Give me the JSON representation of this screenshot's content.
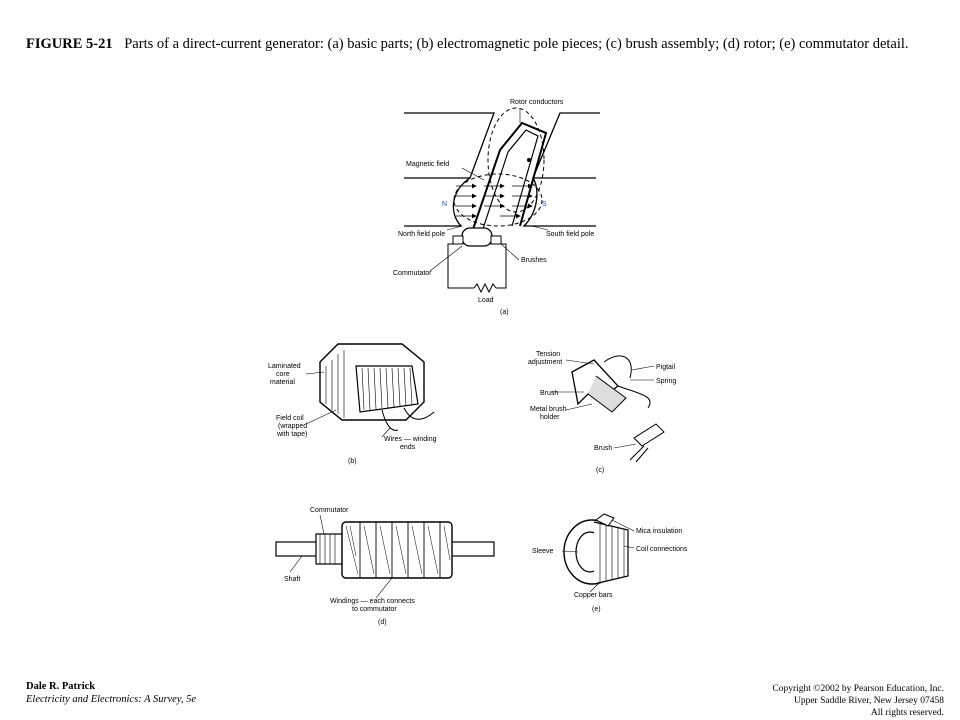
{
  "caption": {
    "label": "FIGURE 5-21",
    "text": "Parts of a direct-current generator: (a) basic parts; (b) electromagnetic pole pieces; (c) brush assembly; (d) rotor; (e) commutator detail."
  },
  "panel_a": {
    "rotor_conductors": "Rotor conductors",
    "magnetic_field": "Magnetic field",
    "n": "N",
    "s": "S",
    "north_field_pole": "North field pole",
    "south_field_pole": "South field pole",
    "commutator": "Commutator",
    "brushes": "Brushes",
    "load": "Load",
    "tag": "(a)"
  },
  "panel_b": {
    "laminated_1": "Laminated",
    "laminated_2": "core",
    "laminated_3": "material",
    "field_coil_1": "Field coil",
    "field_coil_2": "(wrapped",
    "field_coil_3": "with tape)",
    "wires_1": "Wires — winding",
    "wires_2": "ends",
    "tag": "(b)"
  },
  "panel_c": {
    "tension_1": "Tension",
    "tension_2": "adjustment",
    "pigtail": "Pigtail",
    "spring": "Spring",
    "brush": "Brush",
    "holder_1": "Metal brush",
    "holder_2": "holder",
    "brush_bottom": "Brush",
    "tag": "(c)"
  },
  "panel_d": {
    "commutator": "Commutator",
    "shaft": "Shaft",
    "windings_1": "Windings — each connects",
    "windings_2": "to commutator",
    "tag": "(d)"
  },
  "panel_e": {
    "mica": "Mica insulation",
    "sleeve": "Sleeve",
    "coil_connections": "Coil connections",
    "copper_bars": "Copper bars",
    "tag": "(e)"
  },
  "footer": {
    "author": "Dale R. Patrick",
    "book": "Electricity and Electronics:  A Survey, 5e",
    "copyright_1": "Copyright ©2002 by Pearson Education, Inc.",
    "copyright_2": "Upper Saddle River, New Jersey 07458",
    "copyright_3": "All rights reserved."
  },
  "colors": {
    "label_accent": "#1a4fa0",
    "ink": "#000000"
  }
}
